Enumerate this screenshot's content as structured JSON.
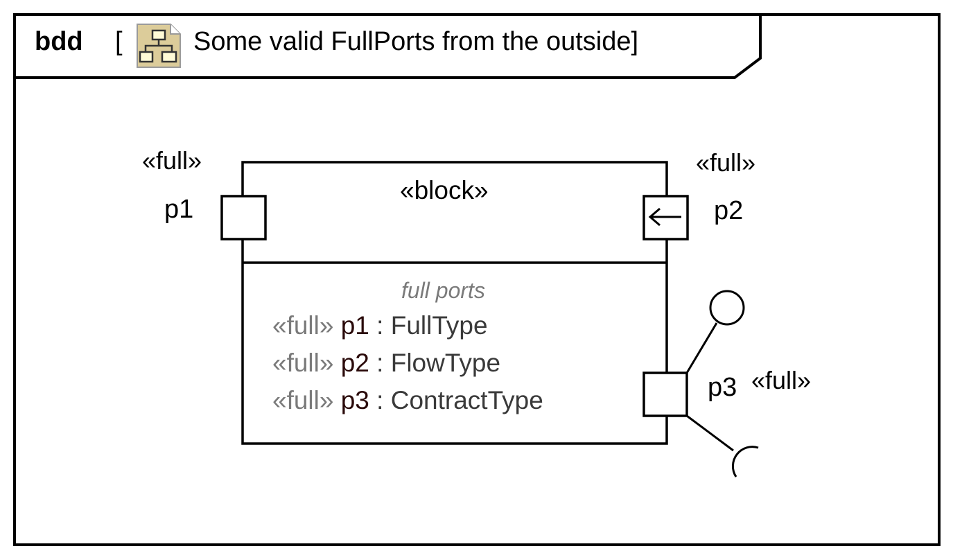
{
  "frame": {
    "kind": "bdd",
    "bracket_open": "[",
    "diagram_name": "Some valid FullPorts from the outside]",
    "diagram_icon": "class-diagram-icon"
  },
  "block": {
    "stereotype": "«block»",
    "compartment": {
      "title": "full ports",
      "rows": [
        {
          "stereotype": "«full»",
          "name": "p1",
          "separator": " : ",
          "type": "FullType"
        },
        {
          "stereotype": "«full»",
          "name": "p2",
          "separator": " : ",
          "type": "FlowType"
        },
        {
          "stereotype": "«full»",
          "name": "p3",
          "separator": " : ",
          "type": "ContractType"
        }
      ]
    }
  },
  "ports": [
    {
      "name": "p1",
      "stereotype": "«full»",
      "direction": "none"
    },
    {
      "name": "p2",
      "stereotype": "«full»",
      "direction": "in",
      "direction_icon": "arrow-left-icon"
    },
    {
      "name": "p3",
      "stereotype": "«full»",
      "direction": "none",
      "provided_interface": "lollipop",
      "required_interface": "socket"
    }
  ],
  "colors": {
    "line": "#000000",
    "keyword_gray": "#7a7a7a",
    "icon_fill": "#dccc9a",
    "icon_box": "#fffad6"
  }
}
